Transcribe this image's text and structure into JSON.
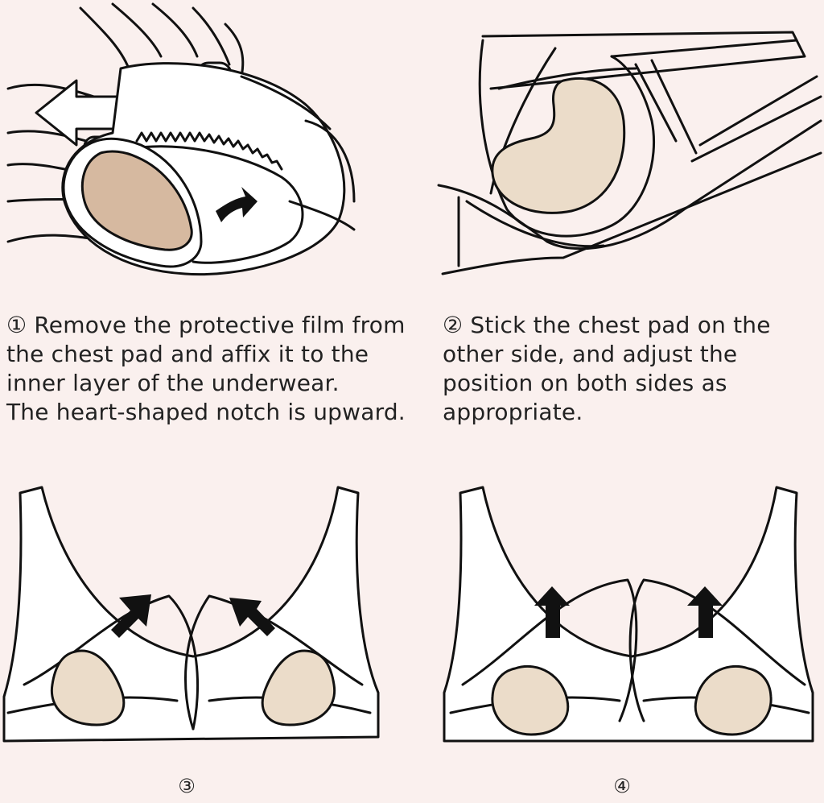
{
  "steps": [
    {
      "number": "①",
      "lines": [
        "Remove the protective film from",
        "the chest pad and affix it to the",
        "inner layer of the underwear.",
        "The heart-shaped notch is upward."
      ]
    },
    {
      "number": "②",
      "lines": [
        "Stick the chest pad on the",
        "other side, and adjust the",
        "position on both sides as",
        "appropriate."
      ]
    },
    {
      "number": "③"
    },
    {
      "number": "④"
    }
  ],
  "caption_prefix_1": "① Remove the protective film from",
  "caption_prefix_2": "② Stick the chest pad on the",
  "colors": {
    "background": "#faf0ee",
    "pad_fill": "#ebdcc9",
    "pad_tinted": "#d6b9a0",
    "line": "#111111"
  },
  "icons": [
    "hand-illustration",
    "bra-cup-illustration",
    "pad-illustration",
    "up-arrow-icon",
    "diagonal-arrow-icon"
  ]
}
